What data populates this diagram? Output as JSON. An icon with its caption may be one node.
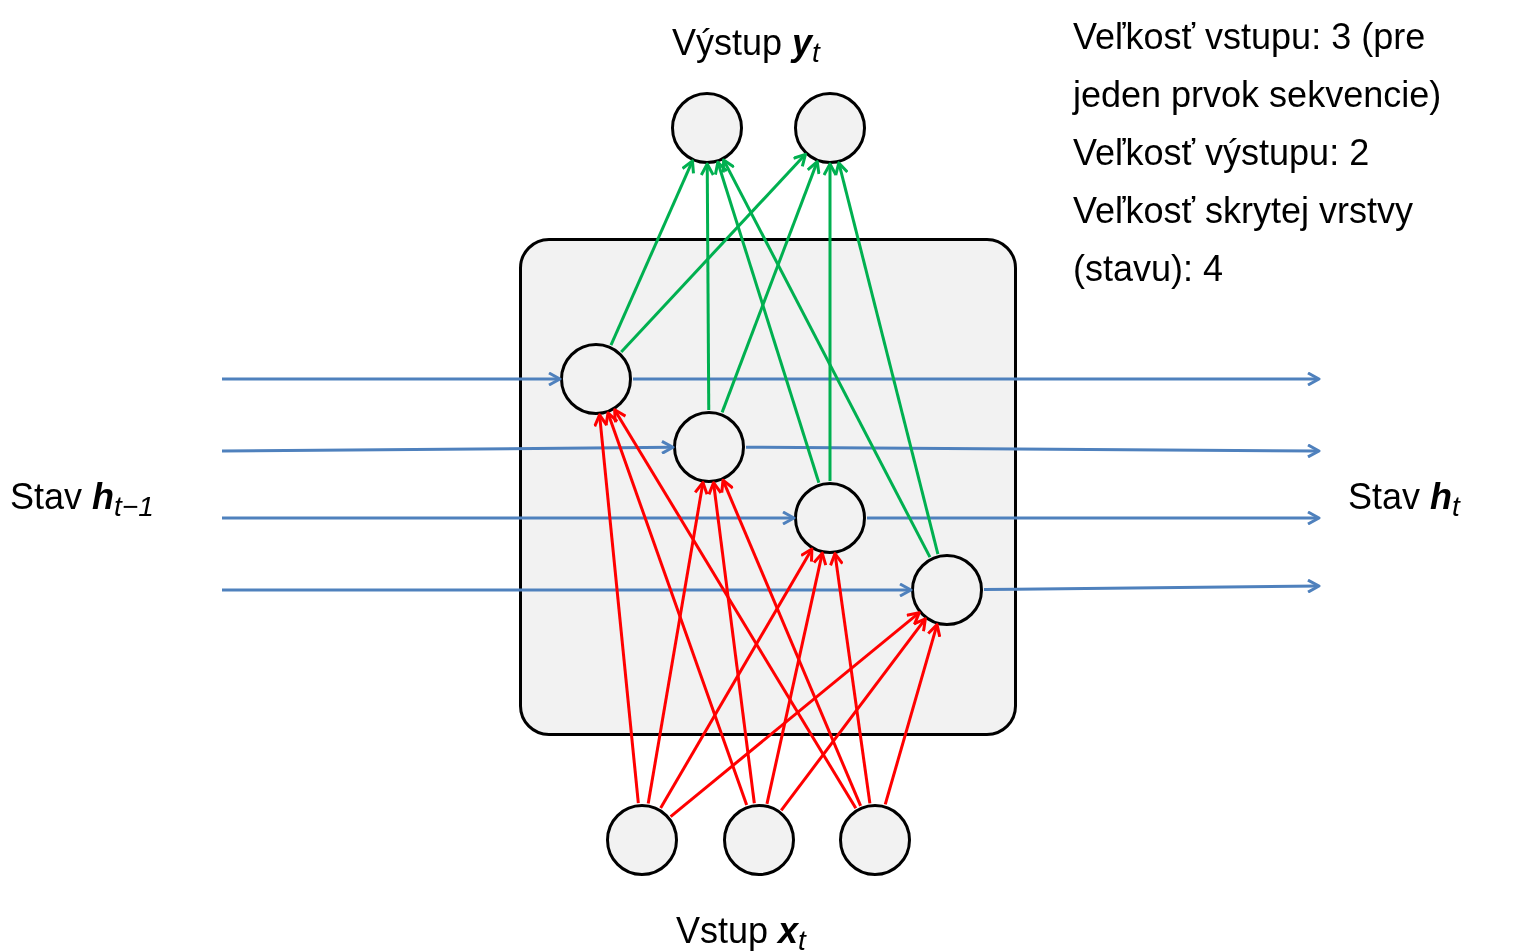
{
  "diagram": {
    "nodes": [
      {
        "text": [],
        "shape": "box"
      },
      {
        "text": [],
        "shape": "circle",
        "in": 0
      },
      {
        "text": [],
        "shape": "circle",
        "in": 0
      },
      {
        "text": [],
        "shape": "circle",
        "in": 0
      },
      {
        "text": [],
        "shape": "circle",
        "in": 0
      },
      {
        "text": [],
        "shape": "circle"
      },
      {
        "text": [],
        "shape": "circle"
      },
      {
        "text": [],
        "shape": "circle"
      },
      {
        "text": [],
        "shape": "circle"
      },
      {
        "text": [],
        "shape": "circle"
      }
    ],
    "edges": [
      {
        "from": null,
        "to": 1,
        "arrow": "to",
        "color": "#4f81bd"
      },
      {
        "from": null,
        "to": 2,
        "arrow": "to",
        "color": "#4f81bd"
      },
      {
        "from": null,
        "to": 3,
        "arrow": "to",
        "color": "#4f81bd"
      },
      {
        "from": null,
        "to": 4,
        "arrow": "to",
        "color": "#4f81bd"
      },
      {
        "from": 1,
        "to": null,
        "arrow": "to",
        "color": "#4f81bd"
      },
      {
        "from": 2,
        "to": null,
        "arrow": "to",
        "color": "#4f81bd"
      },
      {
        "from": 3,
        "to": null,
        "arrow": "to",
        "color": "#4f81bd"
      },
      {
        "from": 4,
        "to": null,
        "arrow": "to",
        "color": "#4f81bd"
      },
      {
        "from": 1,
        "to": 5,
        "arrow": "to",
        "color": "#00b050"
      },
      {
        "from": 1,
        "to": 6,
        "arrow": "to",
        "color": "#00b050"
      },
      {
        "from": 2,
        "to": 5,
        "arrow": "to",
        "color": "#00b050"
      },
      {
        "from": 2,
        "to": 6,
        "arrow": "to",
        "color": "#00b050"
      },
      {
        "from": 3,
        "to": 5,
        "arrow": "to",
        "color": "#00b050"
      },
      {
        "from": 3,
        "to": 6,
        "arrow": "to",
        "color": "#00b050"
      },
      {
        "from": 4,
        "to": 5,
        "arrow": "to",
        "color": "#00b050"
      },
      {
        "from": 4,
        "to": 6,
        "arrow": "to",
        "color": "#00b050"
      },
      {
        "from": 7,
        "to": 1,
        "arrow": "to"
      },
      {
        "from": 7,
        "to": 2,
        "arrow": "to"
      },
      {
        "from": 7,
        "to": 3,
        "arrow": "to"
      },
      {
        "from": 7,
        "to": 4,
        "arrow": "to"
      },
      {
        "from": 8,
        "to": 1,
        "arrow": "to"
      },
      {
        "from": 8,
        "to": 2,
        "arrow": "to"
      },
      {
        "from": 8,
        "to": 3,
        "arrow": "to"
      },
      {
        "from": 8,
        "to": 4,
        "arrow": "to"
      },
      {
        "from": 9,
        "to": 1,
        "arrow": "to"
      },
      {
        "from": 9,
        "to": 2,
        "arrow": "to"
      },
      {
        "from": 9,
        "to": 3,
        "arrow": "to"
      },
      {
        "from": 9,
        "to": 4,
        "arrow": "to"
      }
    ],
    "labels": [
      "Výstup **y**$_{t}$",
      "Veľkosť vstupu: 3 (pre jeden prvok sekvencie)",
      "Veľkosť výstupu: 2",
      "Veľkosť skrytej vrstvy (stavu): 4",
      "Stav **h**$_{t−1}$",
      "Stav **h**$_{t}$",
      "Vstup **x**$_{t}$"
    ]
  }
}
